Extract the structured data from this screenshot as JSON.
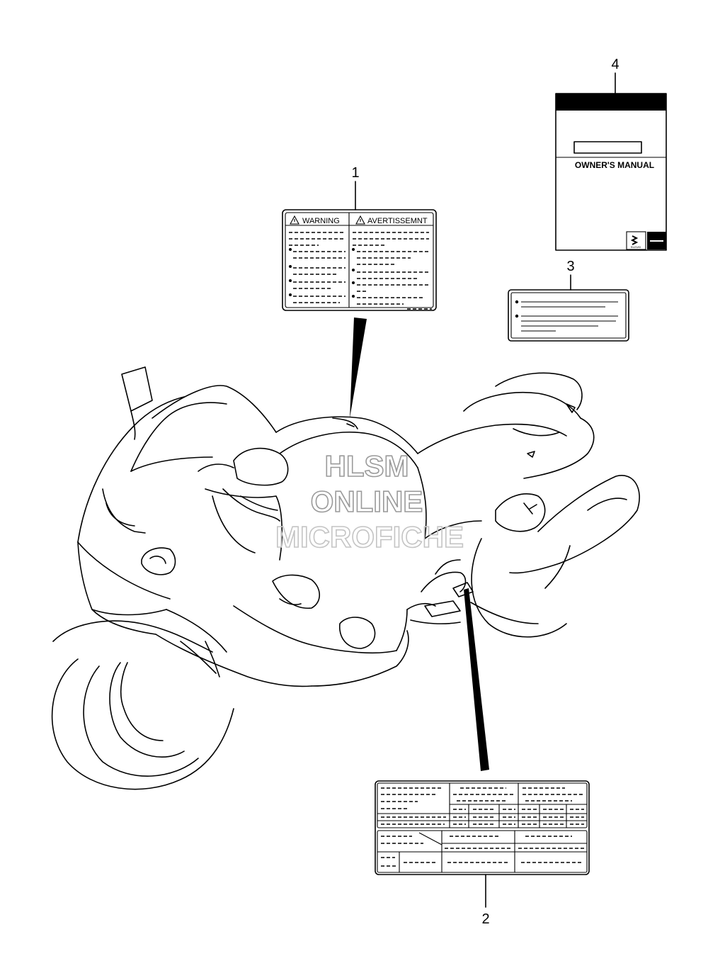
{
  "callouts": [
    {
      "number": "1"
    },
    {
      "number": "2"
    },
    {
      "number": "3"
    },
    {
      "number": "4"
    }
  ],
  "warning_label": {
    "left_heading": "WARNING",
    "right_heading": "AVERTISSEMNT"
  },
  "owners_manual": {
    "title": "OWNER'S MANUAL",
    "logo_text": "SUZUKI"
  },
  "watermark": {
    "line1": "HLSM",
    "line2": "ONLINE",
    "line3": "MICROFICHE"
  },
  "colors": {
    "ink": "#000000",
    "watermark": "#9a9a9a"
  }
}
